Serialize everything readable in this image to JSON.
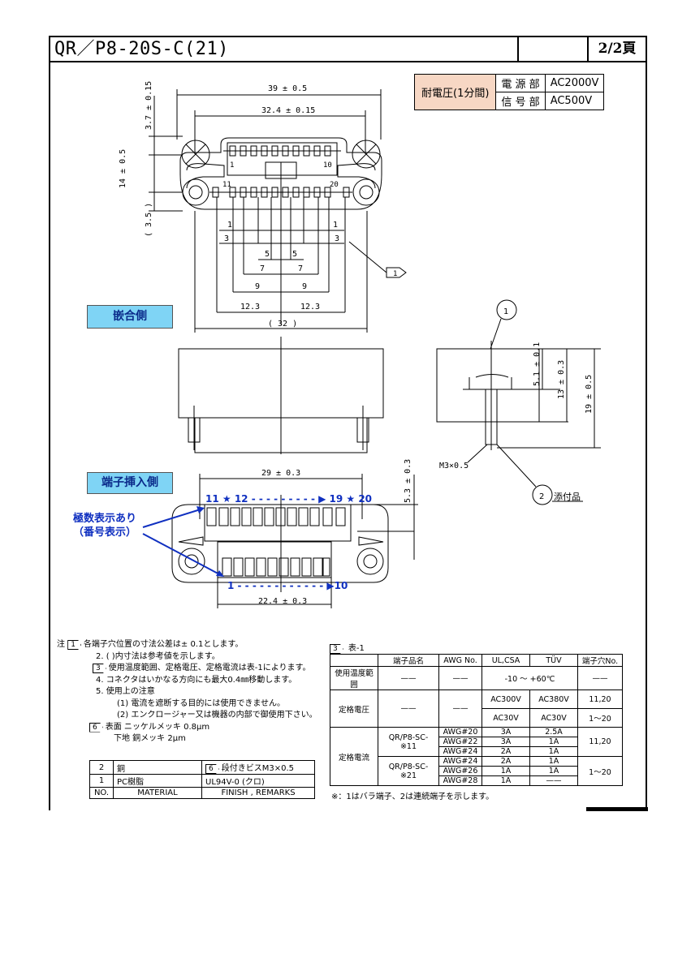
{
  "header": {
    "title": "QR／P8-20S-C(21)",
    "page": "2/2頁"
  },
  "voltage_table": {
    "label": "耐電圧(1分間)",
    "rows": [
      {
        "part": "電 源 部",
        "value": "AC2000V"
      },
      {
        "part": "信 号 部",
        "value": "AC500V"
      }
    ]
  },
  "dimensions": {
    "top_width": "39 ± 0.5",
    "pitch_width": "32.4 ± 0.15",
    "h1": "3.7 ± 0.15",
    "h2": "14 ± 0.5",
    "h3": "( 3.5 )",
    "d1": "1",
    "d3": "3",
    "d5": "5",
    "d7": "7",
    "d9": "9",
    "d12": "12.3",
    "bottom": "( 32 )",
    "side1": "5.1 ± 0.1",
    "side2": "13 ± 0.3",
    "side3": "19 ± 0.5",
    "screw": "M3×0.5",
    "ins_width": "29 ± 0.3",
    "ins_h": "5.3 ± 0.3",
    "ins_bottom": "22.4 ± 0.3",
    "pin_1": "1",
    "pin_10": "10",
    "pin_11": "11",
    "pin_20": "20"
  },
  "labels": {
    "mating_side": "嵌合側",
    "terminal_side": "端子挿入側",
    "polarity": "極数表示あり",
    "polarity2": "（番号表示）",
    "top_row": "11 ★ 12 - - - - - - - - - ▶ 19 ★ 20",
    "bottom_row": "1 - - - - - - - - - - - - ▶10",
    "part2": "添付品",
    "callout1": "1",
    "callout2": "2",
    "note_ref": "1"
  },
  "notes": [
    "各端子穴位置の寸法公差は± 0.1とします。",
    "2.  (    )内寸法は参考値を示します。",
    "使用温度範囲、定格電圧、定格電流は表-1によります。",
    "4.  コネクタはいかなる方向にも最大0.4㎜移動します。",
    "5.  使用上の注意",
    "(1) 電流を遮断する目的には使用できません。",
    "(2) エンクロージャー又は機器の内部で御使用下さい。",
    "表面  ニッケルメッキ  0.8μm",
    "下地  銅メッキ         2μm"
  ],
  "note_markers": {
    "prefix": "注",
    "n1": "1",
    "n3": "3",
    "n6": "6"
  },
  "materials": [
    {
      "no": "2",
      "material": "銅",
      "finish": "段付きビスM3×0.5",
      "marker": "6"
    },
    {
      "no": "1",
      "material": "PC樹脂",
      "finish": "UL94V-0 (クロ)",
      "marker": ""
    },
    {
      "no": "NO.",
      "material": "MATERIAL",
      "finish": "FINISH , REMARKS",
      "marker": ""
    }
  ],
  "table1": {
    "marker": "3",
    "title": "表-1",
    "headers": [
      "",
      "端子品名",
      "AWG No.",
      "UL,CSA",
      "TÜV",
      "端子穴No."
    ],
    "temp_label": "使用温度範囲",
    "temp_value": "-10 ～ +60℃",
    "dash": "——",
    "voltage_label": "定格電圧",
    "voltage_rows": [
      {
        "ul": "AC300V",
        "tuv": "AC380V",
        "holes": "11,20"
      },
      {
        "ul": "AC30V",
        "tuv": "AC30V",
        "holes": "1～20"
      }
    ],
    "current_label": "定格電流",
    "current_groups": [
      {
        "name": "QR/P8-SC-※11",
        "holes": "11,20",
        "rows": [
          {
            "awg": "AWG#20",
            "ul": "3A",
            "tuv": "2.5A"
          },
          {
            "awg": "AWG#22",
            "ul": "3A",
            "tuv": "1A"
          },
          {
            "awg": "AWG#24",
            "ul": "2A",
            "tuv": "1A"
          }
        ]
      },
      {
        "name": "QR/P8-SC-※21",
        "holes": "1～20",
        "rows": [
          {
            "awg": "AWG#24",
            "ul": "2A",
            "tuv": "1A"
          },
          {
            "awg": "AWG#26",
            "ul": "1A",
            "tuv": "1A"
          },
          {
            "awg": "AWG#28",
            "ul": "1A",
            "tuv": "——"
          }
        ]
      }
    ],
    "footnote": "※：1はバラ端子、2は連続端子を示します。"
  }
}
